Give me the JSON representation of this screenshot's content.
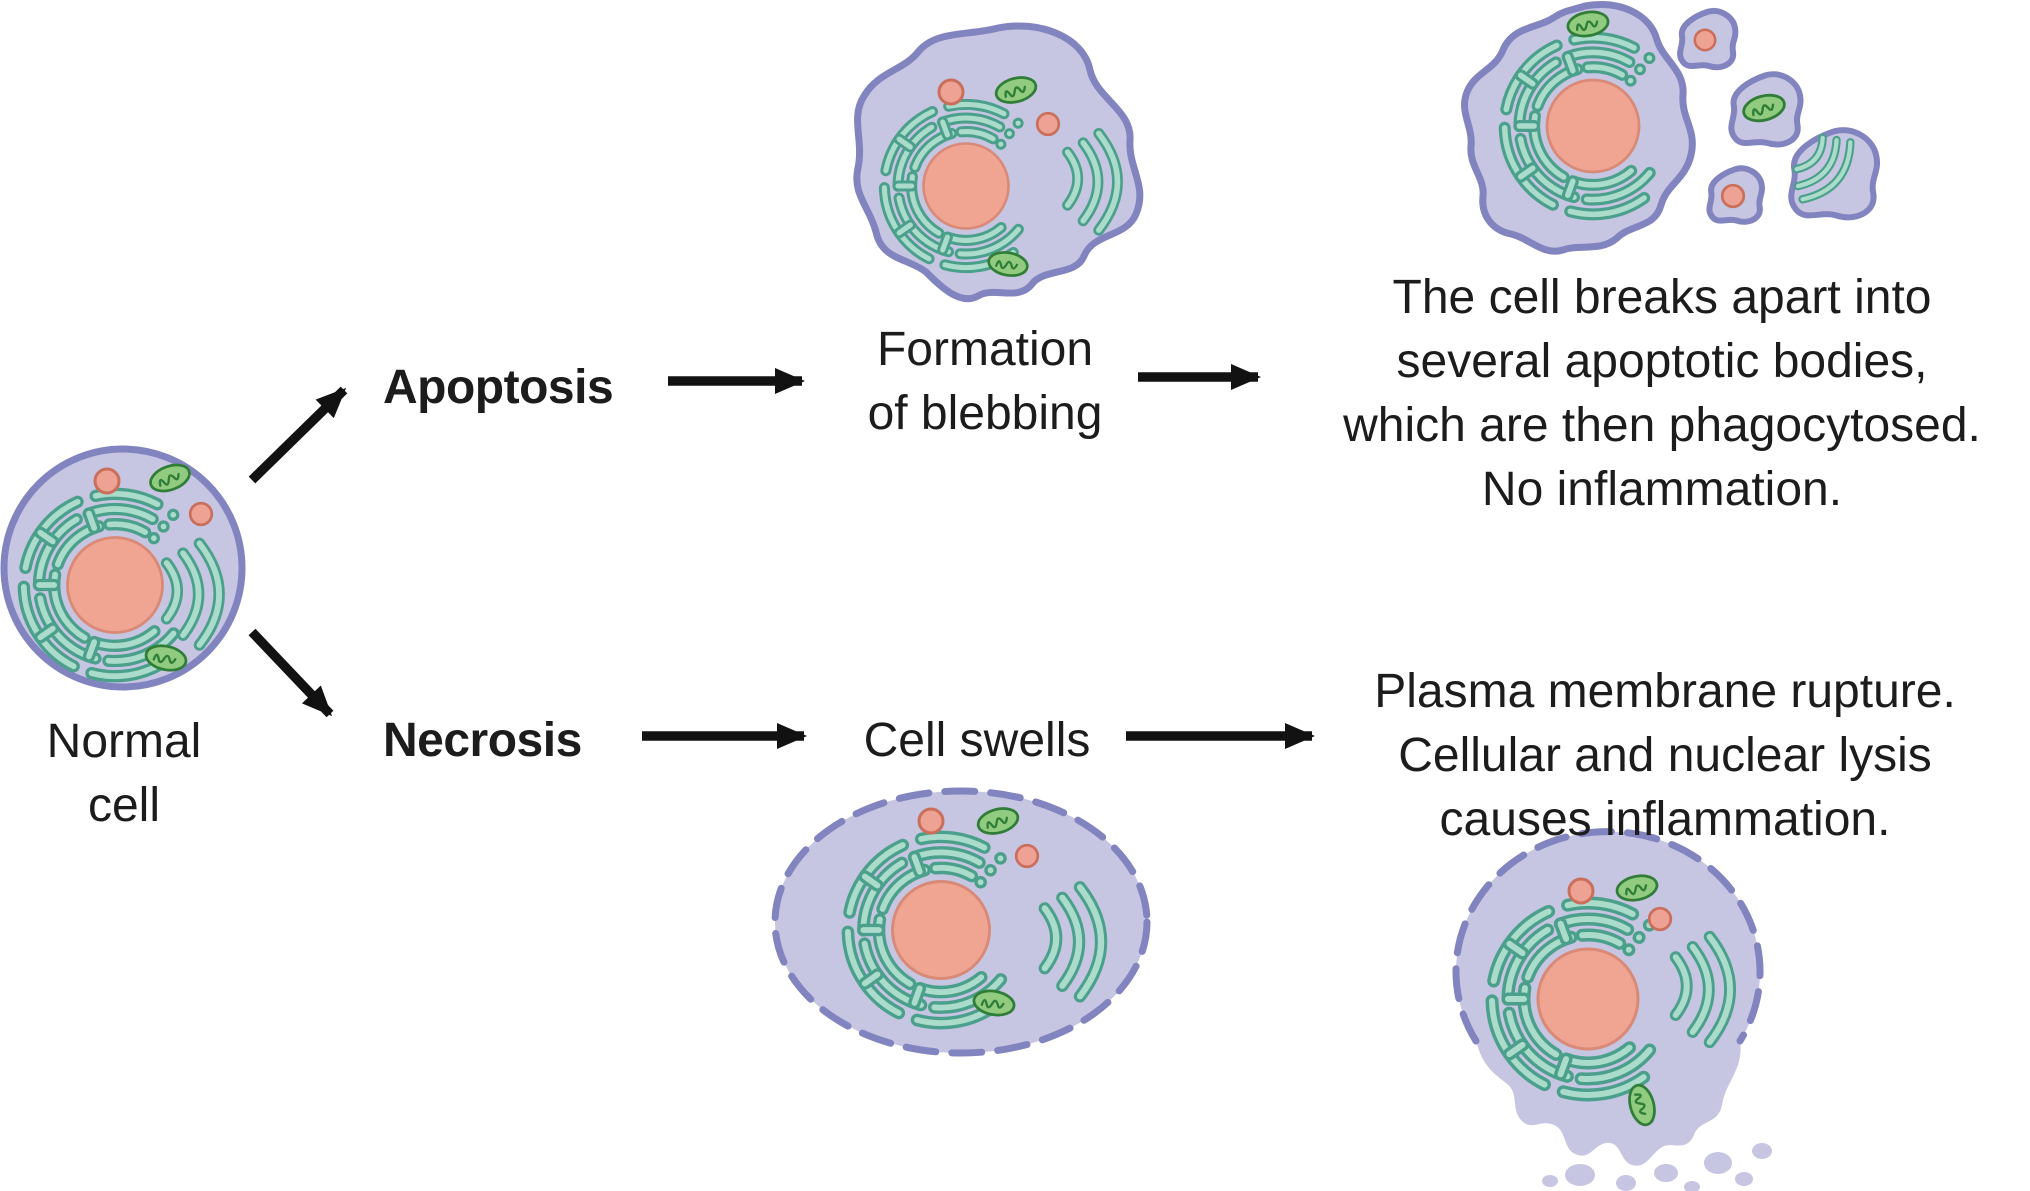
{
  "diagram": {
    "normal_cell": {
      "label_lines": [
        "Normal",
        "cell"
      ]
    },
    "apoptosis_pathway": {
      "label": "Apoptosis",
      "stage_blebbing": {
        "label_lines": [
          "Formation",
          "of blebbing"
        ]
      },
      "outcome_lines": [
        "The cell breaks apart into",
        "several apoptotic bodies,",
        "which are then phagocytosed.",
        "No inflammation."
      ]
    },
    "necrosis_pathway": {
      "label": "Necrosis",
      "stage_swelling": {
        "label": "Cell swells"
      },
      "outcome_lines": [
        "Plasma membrane rupture.",
        "Cellular and nuclear lysis",
        "causes inflammation."
      ]
    },
    "colors": {
      "cytoplasm": "#c6c5e2",
      "membrane": "#8284c0",
      "nucleus": "#f0a492",
      "nucleus_outline": "#d98a76",
      "er_outline": "#4ba08b",
      "er_fill": "#abdccb",
      "mitochondrion_fill": "#90cb80",
      "mitochondrion_outline": "#2f7d36",
      "vesicle_fill": "#eda293",
      "vesicle_outline": "#c96f5b",
      "text": "#1c1c1c",
      "arrow": "#121212"
    }
  }
}
